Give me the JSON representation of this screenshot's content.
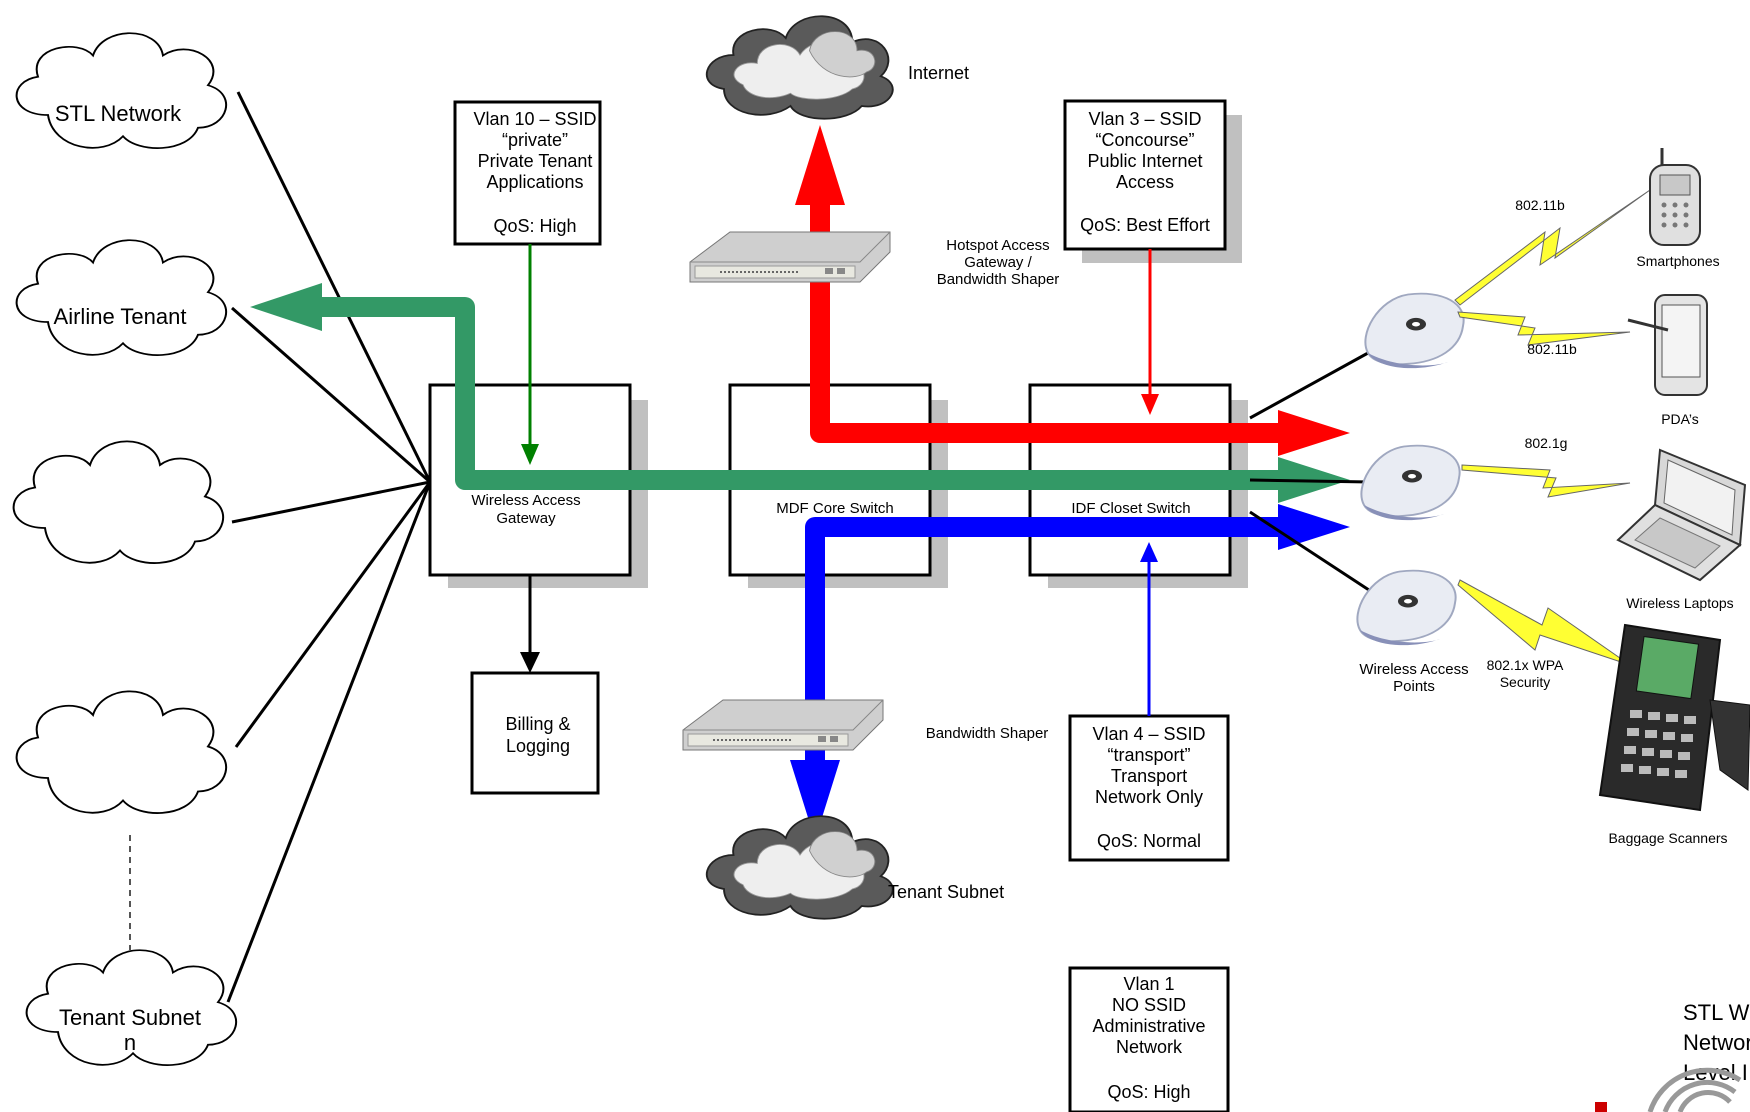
{
  "clouds": {
    "stl_network": "STL  Network",
    "airline_tenant": "Airline Tenant",
    "tenant_subnet_n_line1": "Tenant Subnet",
    "tenant_subnet_n_line2": "n"
  },
  "vlan10": {
    "line1": "Vlan 10 – SSID",
    "line2": "“private”",
    "line3": "Private Tenant",
    "line4": "Applications",
    "qos": "QoS: High"
  },
  "vlan3": {
    "line1": "Vlan 3 – SSID",
    "line2": "“Concourse”",
    "line3": "Public Internet",
    "line4": "Access",
    "qos": "QoS: Best Effort"
  },
  "vlan4": {
    "line1": "Vlan 4 – SSID",
    "line2": "“transport”",
    "line3": "Transport",
    "line4": "Network Only",
    "qos": "QoS: Normal"
  },
  "vlan1": {
    "line1": "Vlan 1",
    "line2": "NO SSID",
    "line3": "Administrative",
    "line4": "Network",
    "qos": "QoS: High"
  },
  "billing": {
    "line1": "Billing &",
    "line2": "Logging"
  },
  "switches": {
    "wag_line1": "Wireless Access",
    "wag_line2": "Gateway",
    "mdf": "MDF Core Switch",
    "idf": "IDF Closet Switch"
  },
  "devices": {
    "internet": "Internet",
    "tenant_subnet": "Tenant Subnet",
    "hotspot_line1": "Hotspot Access",
    "hotspot_line2": "Gateway /",
    "hotspot_line3": "Bandwidth Shaper",
    "bandwidth_shaper": "Bandwidth Shaper"
  },
  "wireless": {
    "proto_smartphones": "802.11b",
    "proto_pda": "802.11b",
    "proto_laptops": "802.1g",
    "proto_scanner_line1": "802.1x WPA",
    "proto_scanner_line2": "Security",
    "ap_label_line1": "Wireless Access",
    "ap_label_line2": "Points",
    "smartphones": "Smartphones",
    "pdas": "PDA’s",
    "laptops": "Wireless Laptops",
    "scanners": "Baggage Scanners"
  },
  "footer": {
    "line1": "STL W",
    "line2": "Networ",
    "line3": "Level I"
  },
  "colors": {
    "red_flow": "#ff0000",
    "green_flow": "#339966",
    "blue_flow": "#0000ff",
    "vlan10_arrow": "#008000",
    "box_shadow": "#c0c0c0"
  }
}
